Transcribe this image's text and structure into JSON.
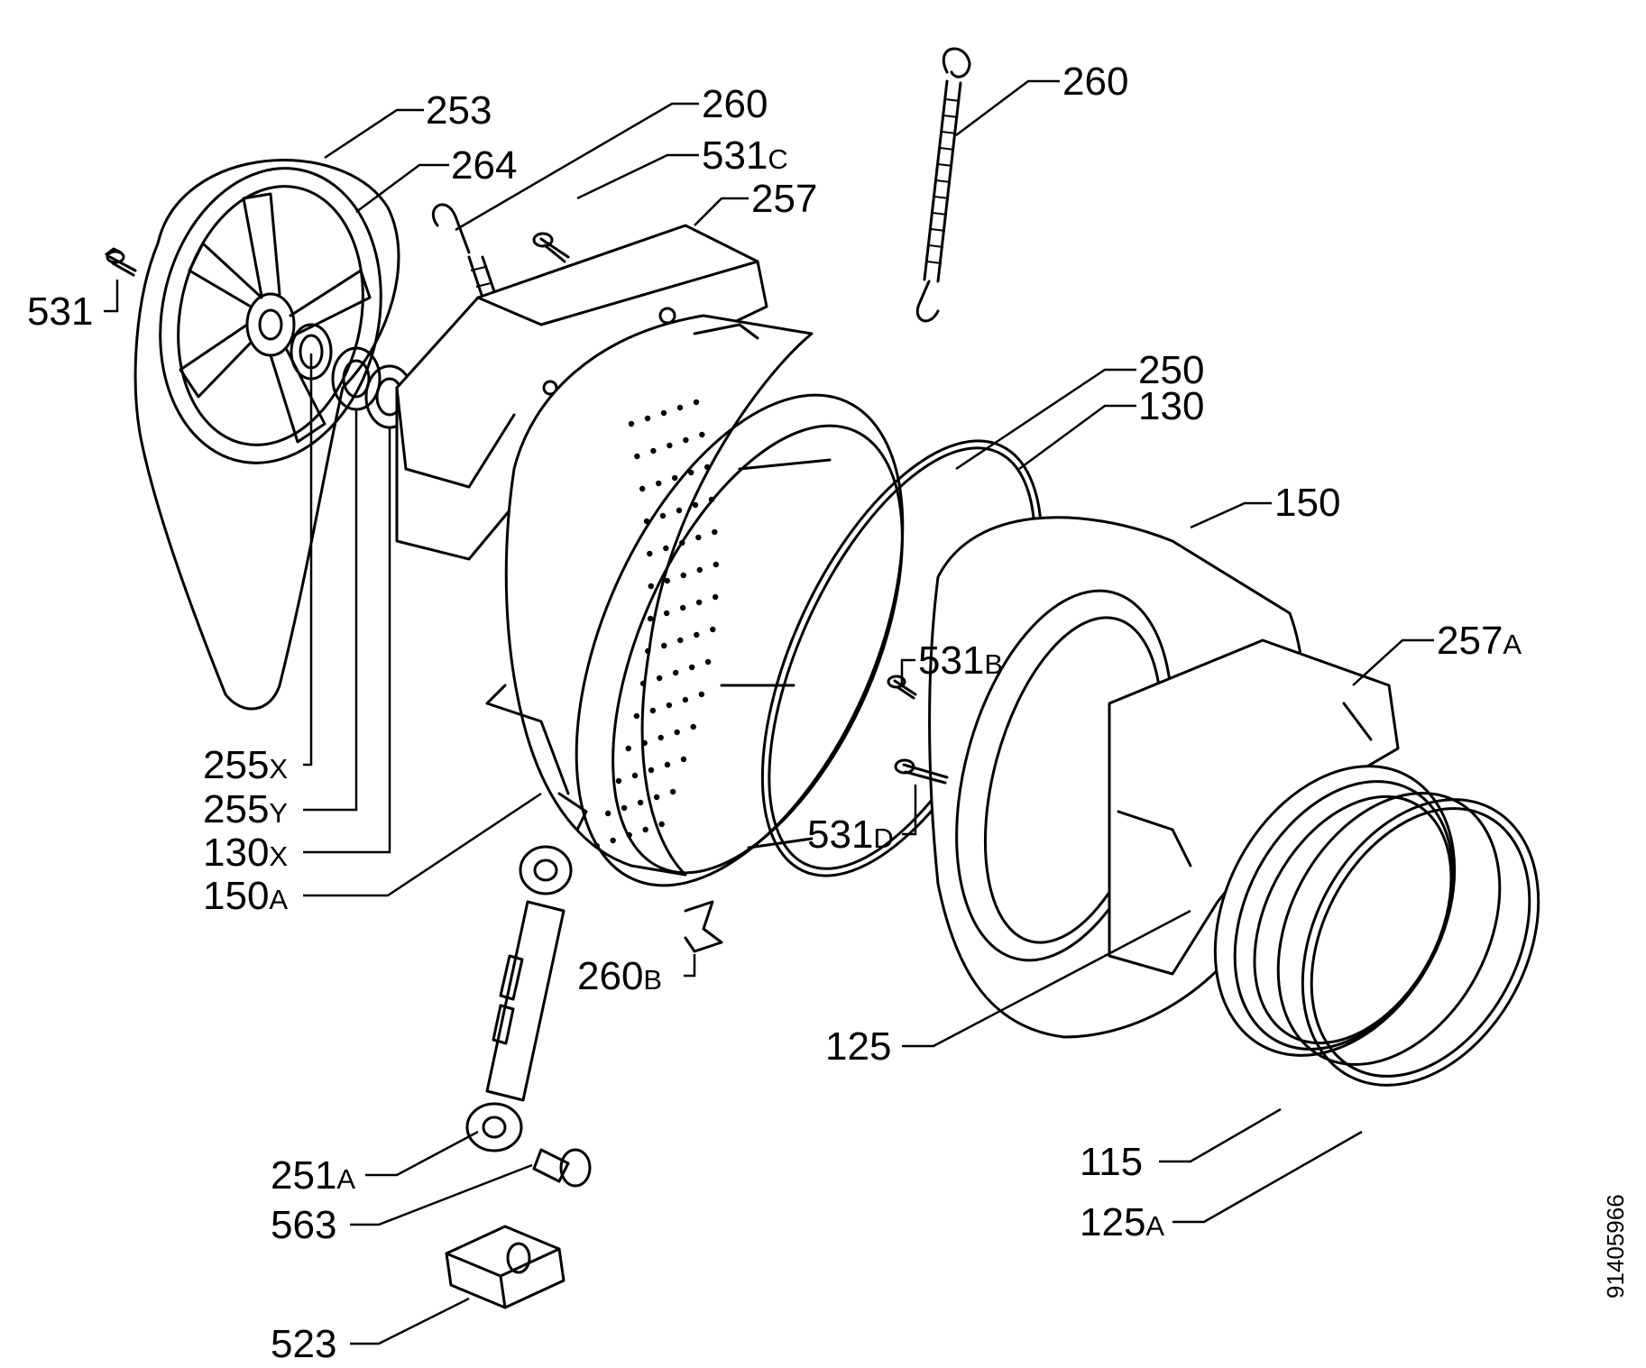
{
  "labels": {
    "l253": {
      "num": "253",
      "sfx": ""
    },
    "l264": {
      "num": "264",
      "sfx": ""
    },
    "l260a": {
      "num": "260",
      "sfx": ""
    },
    "l531c": {
      "num": "531",
      "sfx": "C"
    },
    "l257": {
      "num": "257",
      "sfx": ""
    },
    "l260b": {
      "num": "260",
      "sfx": ""
    },
    "l531": {
      "num": "531",
      "sfx": ""
    },
    "l250": {
      "num": "250",
      "sfx": ""
    },
    "l130": {
      "num": "130",
      "sfx": ""
    },
    "l150": {
      "num": "150",
      "sfx": ""
    },
    "l257a": {
      "num": "257",
      "sfx": "A"
    },
    "l531b": {
      "num": "531",
      "sfx": "B"
    },
    "l531d": {
      "num": "531",
      "sfx": "D"
    },
    "l255x": {
      "num": "255",
      "sfx": "X"
    },
    "l255y": {
      "num": "255",
      "sfx": "Y"
    },
    "l130x": {
      "num": "130",
      "sfx": "X"
    },
    "l150a": {
      "num": "150",
      "sfx": "A"
    },
    "l260bclip": {
      "num": "260",
      "sfx": "B"
    },
    "l125": {
      "num": "125",
      "sfx": ""
    },
    "l251a": {
      "num": "251",
      "sfx": "A"
    },
    "l563": {
      "num": "563",
      "sfx": ""
    },
    "l115": {
      "num": "115",
      "sfx": ""
    },
    "l125a": {
      "num": "125",
      "sfx": "A"
    },
    "l523": {
      "num": "523",
      "sfx": ""
    }
  },
  "document_number": "91405966"
}
